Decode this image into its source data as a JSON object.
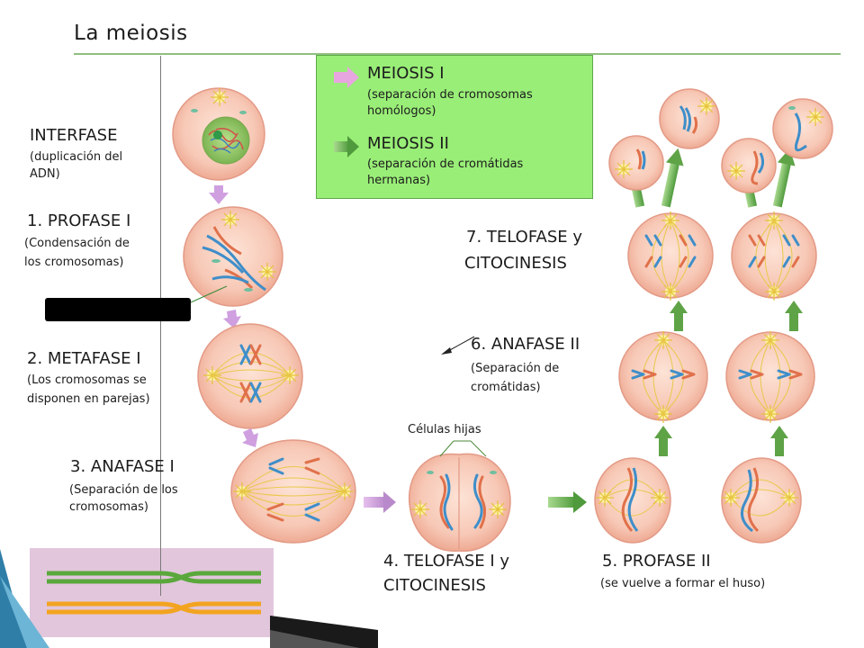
{
  "title": "La meiosis",
  "legend": {
    "m1_title": "MEIOSIS I",
    "m1_desc_1": "(separación de cromosomas",
    "m1_desc_2": "homólogos)",
    "m2_title": "MEIOSIS II",
    "m2_desc_1": "(separación de cromátidas",
    "m2_desc_2": "hermanas)",
    "m1_color": "#e7a6df",
    "m2_color": "#4fa84d"
  },
  "stages": {
    "interfase": {
      "title": "INTERFASE",
      "d1": "(duplicación del",
      "d2": "ADN)"
    },
    "profase1": {
      "title": "1. PROFASE I",
      "d1": "(Condensación de",
      "d2": "los cromosomas)"
    },
    "metafase1": {
      "title": "2. METAFASE I",
      "d1": "(Los cromosomas se",
      "d2": "disponen en parejas)"
    },
    "anafase1": {
      "title": "3. ANAFASE I",
      "d1": "(Separación de los",
      "d2": "cromosomas)"
    },
    "telofase1": {
      "t1": "4. TELOFASE I  y",
      "t2": "CITOCINESIS"
    },
    "profase2": {
      "title": "5. PROFASE II",
      "d1": "(se vuelve a formar el huso)"
    },
    "anafase2": {
      "title": "6. ANAFASE II",
      "d1": "(Separación de",
      "d2": "cromátidas)"
    },
    "telofase2": {
      "t1": "7. TELOFASE y",
      "t2": "CITOCINESIS"
    }
  },
  "daughters_label": "Células hijas",
  "colors": {
    "cell_fill": "#f6c7b6",
    "cell_stroke": "#e39a86",
    "spindle": "#e8c84a",
    "chrom_blue": "#3f8ec9",
    "chrom_orange": "#e0714b",
    "arrow_green": "#5fa347",
    "arrow_purple": "#cf9fe0"
  }
}
